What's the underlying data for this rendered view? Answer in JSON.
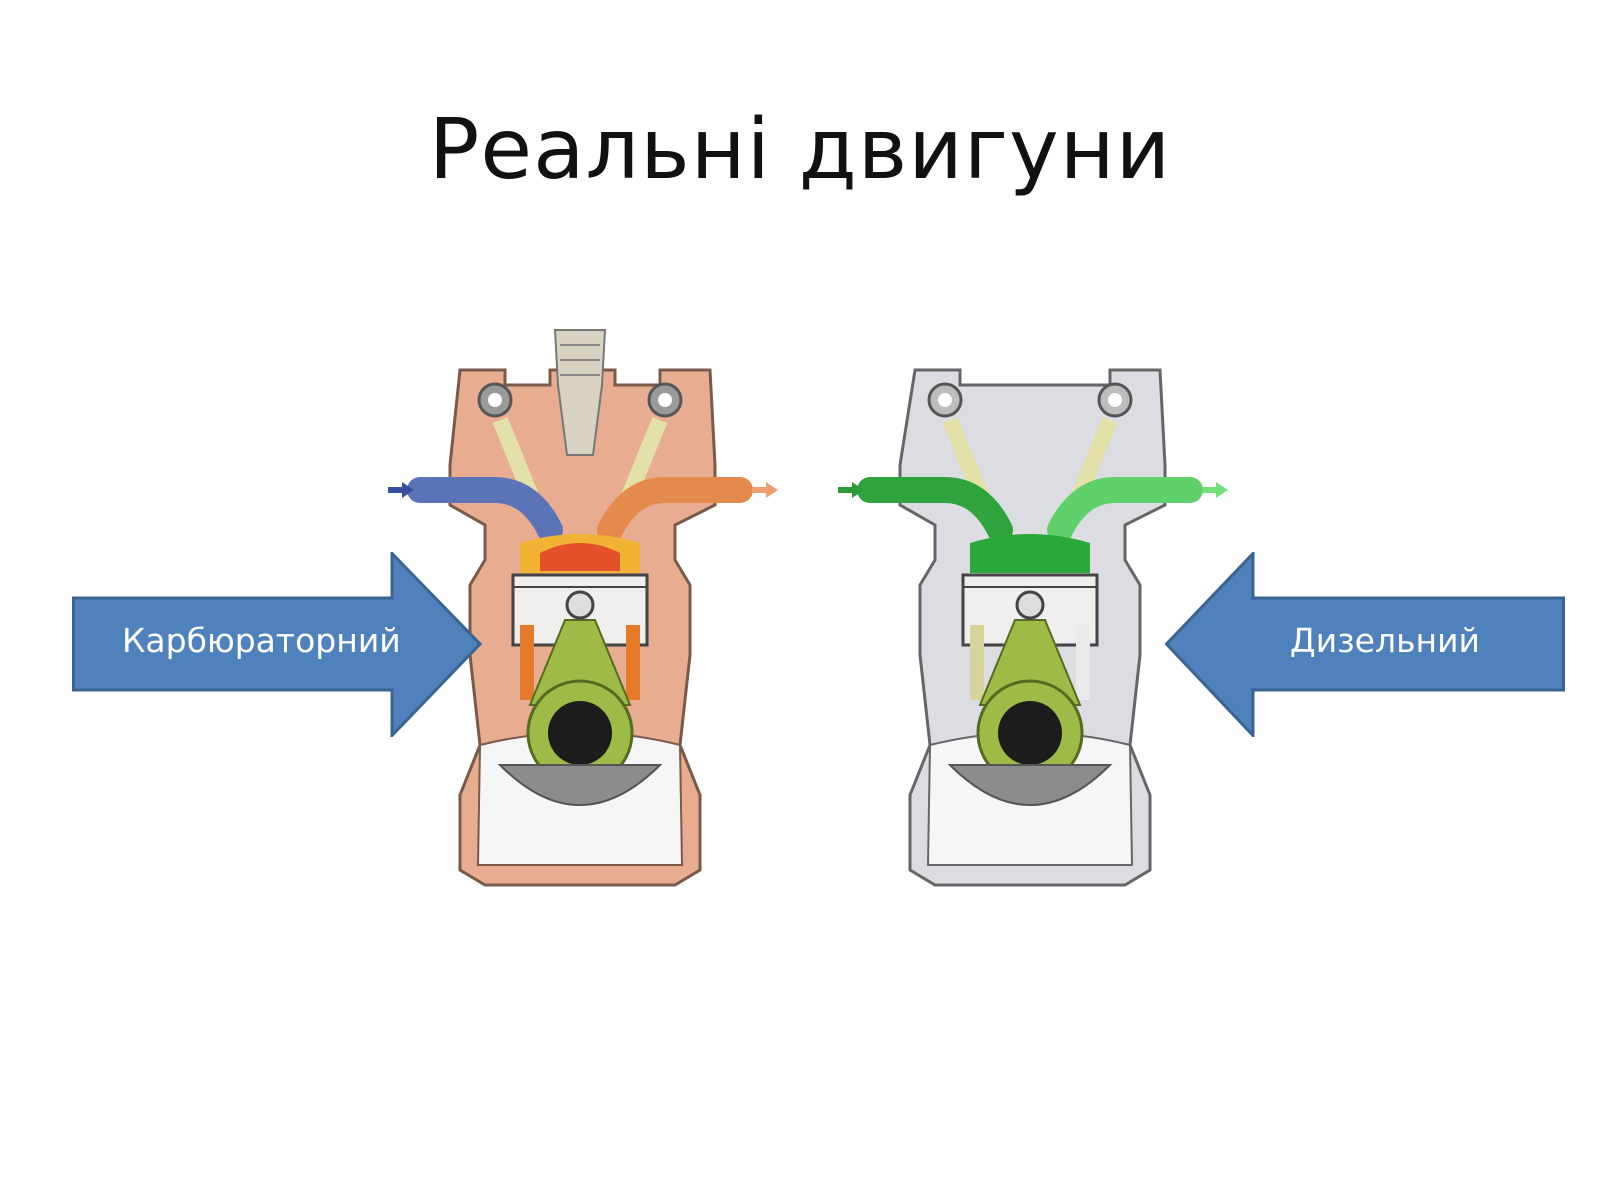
{
  "slide": {
    "title": "Реальні двигуни"
  },
  "callouts": {
    "left": {
      "label": "Карбюраторний"
    },
    "right": {
      "label": "Дизельний"
    }
  },
  "colors": {
    "arrow_fill": "#4f81bd",
    "arrow_stroke": "#3a6391",
    "petrol_body": "#e8ad91",
    "diesel_body": "#dcdde3",
    "intake_blue": "#5b74b8",
    "exhaust_orange": "#e58a4d",
    "diesel_green": "#3bbf4a",
    "connecting_rod": "#9dbb46"
  }
}
